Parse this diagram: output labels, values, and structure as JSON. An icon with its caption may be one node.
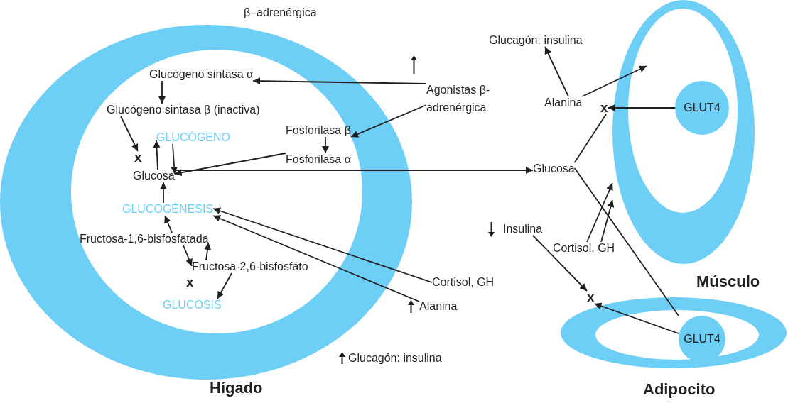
{
  "diagram": {
    "nodes": [
      {
        "text": [
          "Hígado"
        ]
      },
      {
        "text": [
          "Glucógeno sintasa α"
        ],
        "in": 0
      },
      {
        "text": [
          "Glucógeno sintasa β (inactiva)"
        ],
        "in": 0
      },
      {
        "text": [
          "GLUCÓGENO"
        ],
        "in": 0
      },
      {
        "text": [
          "x"
        ],
        "in": 0
      },
      {
        "text": [
          "Fosforilasa β"
        ],
        "in": 0
      },
      {
        "text": [
          "Fosforilasa α"
        ],
        "in": 0
      },
      {
        "text": [
          "Glucosa"
        ],
        "in": 0
      },
      {
        "text": [
          "GLUCOGÉNESIS"
        ],
        "in": 0
      },
      {
        "text": [
          "Fructosa-1,6-bisfosfatada"
        ],
        "in": 0
      },
      {
        "text": [
          "Fructosa-2,6-bisfosfato"
        ],
        "in": 0
      },
      {
        "text": [
          "GLUCOSIS"
        ],
        "in": 0
      },
      {
        "text": [
          "Agonistas β-adrenérgica"
        ]
      },
      {
        "text": [
          "Cortisol, GH"
        ]
      },
      {
        "text": [
          "Alanina"
        ]
      },
      {
        "text": [
          "Glucagón: insulina"
        ]
      },
      {
        "text": [
          "Alanina"
        ]
      },
      {
        "text": [
          "x"
        ]
      },
      {
        "text": [
          "Glucosa"
        ]
      },
      {
        "text": [
          "Insulina"
        ]
      },
      {
        "text": [
          "Cortisol, GH"
        ]
      },
      {
        "text": [
          "Músculo"
        ]
      },
      {
        "text": [
          "GLUT4"
        ],
        "in": 21
      },
      {
        "text": [
          "x"
        ]
      },
      {
        "text": [
          "Adipocito"
        ]
      },
      {
        "text": [
          "GLUT4"
        ],
        "in": 24
      }
    ],
    "edges": [
      {
        "from": 12,
        "to": 1,
        "arrow": "to"
      },
      {
        "from": 12,
        "to": 5,
        "arrow": "to"
      },
      {
        "from": 1,
        "to": 2,
        "arrow": "to"
      },
      {
        "from": 2,
        "to": 4,
        "arrow": "to"
      },
      {
        "from": 5,
        "to": 6,
        "arrow": "to"
      },
      {
        "from": 6,
        "to": 7,
        "arrow": "to"
      },
      {
        "from": 7,
        "to": 3,
        "arrow": "to"
      },
      {
        "from": 3,
        "to": 7,
        "arrow": "to"
      },
      {
        "from": 8,
        "to": 7,
        "arrow": "to"
      },
      {
        "from": 7,
        "to": 18,
        "arrow": "to"
      },
      {
        "from": 9,
        "to": 8,
        "arrow": "to"
      },
      {
        "from": 10,
        "to": 9,
        "arrow": "to"
      },
      {
        "from": 10,
        "to": 11,
        "arrow": "to"
      },
      {
        "from": 13,
        "to": 8,
        "arrow": "to"
      },
      {
        "from": 14,
        "to": 8,
        "arrow": "to"
      },
      {
        "from": 16,
        "to": 15,
        "arrow": "to"
      },
      {
        "from": 16,
        "to": null,
        "arrow": "to"
      },
      {
        "from": 22,
        "to": 17,
        "arrow": "to"
      },
      {
        "from": 18,
        "to": 17,
        "arrow": "none"
      },
      {
        "from": 18,
        "to": 25,
        "arrow": "none"
      },
      {
        "from": 20,
        "to": 21,
        "arrow": "to"
      },
      {
        "from": 20,
        "to": 21,
        "arrow": "to"
      },
      {
        "from": 19,
        "to": 23,
        "arrow": "to"
      },
      {
        "from": 25,
        "to": 23,
        "arrow": "to"
      },
      {
        "from": 9,
        "to": 10,
        "arrow": "to"
      }
    ],
    "labels": [
      "β–adrenérgica",
      "x",
      "Glucagón: insulina"
    ]
  }
}
